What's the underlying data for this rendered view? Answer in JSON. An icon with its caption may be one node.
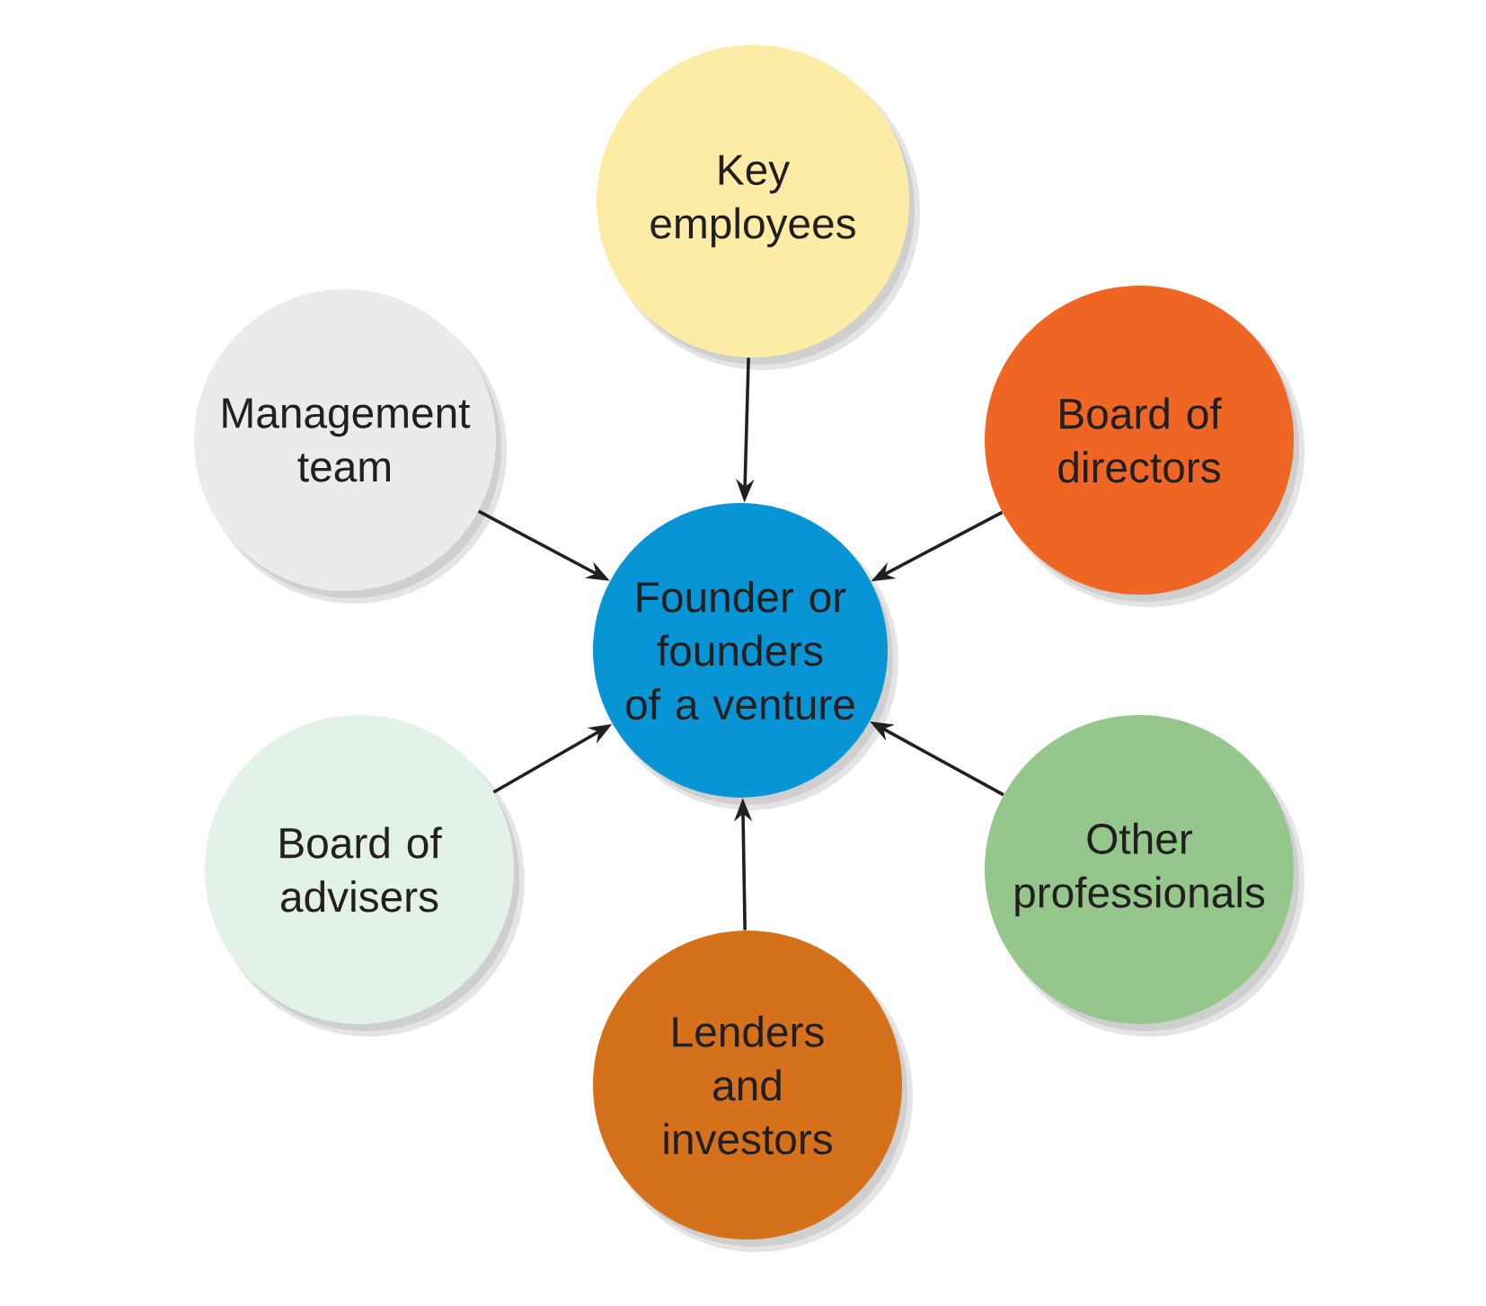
{
  "diagram": {
    "nodes": [
      {
        "text": [
          "Key employees"
        ]
      },
      {
        "text": [
          "Management team"
        ]
      },
      {
        "text": [
          "Board of directors"
        ]
      },
      {
        "text": [
          "Founder or founders of a venture"
        ]
      },
      {
        "text": [
          "Board of advisers"
        ]
      },
      {
        "text": [
          "Other professionals"
        ]
      },
      {
        "text": [
          "Lenders and investors"
        ]
      }
    ],
    "edges": [
      {
        "from": 0,
        "to": 3,
        "arrow": "to"
      },
      {
        "from": 1,
        "to": 3,
        "arrow": "to"
      },
      {
        "from": 2,
        "to": 3,
        "arrow": "to"
      },
      {
        "from": 4,
        "to": 3,
        "arrow": "to"
      },
      {
        "from": 5,
        "to": 3,
        "arrow": "to"
      },
      {
        "from": 6,
        "to": 3,
        "arrow": "to"
      }
    ]
  }
}
